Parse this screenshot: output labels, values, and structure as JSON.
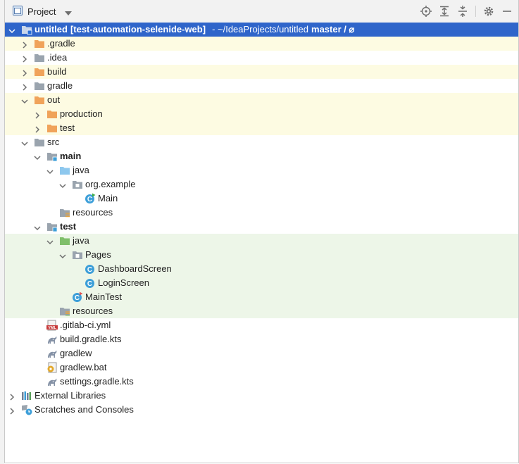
{
  "panel": {
    "title": "Project",
    "toolbar_icons": [
      "crosshair-icon",
      "expand-all-icon",
      "collapse-all-icon",
      "gear-icon",
      "minimize-icon"
    ]
  },
  "tree": [
    {
      "label": "untitled",
      "extra": "[test-automation-selenide-web]",
      "path": "- ~/IdeaProjects/untitled",
      "branch": "master / ⌀",
      "icon": "module-folder-icon",
      "level": 0,
      "arrow": "down",
      "bg": "sel",
      "bold": true
    },
    {
      "label": ".gradle",
      "icon": "folder-orange-icon",
      "level": 1,
      "arrow": "right",
      "bg": "yel"
    },
    {
      "label": ".idea",
      "icon": "folder-gray-icon",
      "level": 1,
      "arrow": "right",
      "bg": ""
    },
    {
      "label": "build",
      "icon": "folder-orange-icon",
      "level": 1,
      "arrow": "right",
      "bg": "yel"
    },
    {
      "label": "gradle",
      "icon": "folder-gray-icon",
      "level": 1,
      "arrow": "right",
      "bg": ""
    },
    {
      "label": "out",
      "icon": "folder-orange-icon",
      "level": 1,
      "arrow": "down",
      "bg": "yel"
    },
    {
      "label": "production",
      "icon": "folder-orange-icon",
      "level": 2,
      "arrow": "right",
      "bg": "yel"
    },
    {
      "label": "test",
      "icon": "folder-orange-icon",
      "level": 2,
      "arrow": "right",
      "bg": "yel"
    },
    {
      "label": "src",
      "icon": "folder-gray-icon",
      "level": 1,
      "arrow": "down",
      "bg": ""
    },
    {
      "label": "main",
      "icon": "source-set-folder-icon",
      "level": 2,
      "arrow": "down",
      "bg": "",
      "bold": true
    },
    {
      "label": "java",
      "icon": "folder-blue-icon",
      "level": 3,
      "arrow": "down",
      "bg": ""
    },
    {
      "label": "org.example",
      "icon": "package-icon",
      "level": 4,
      "arrow": "down",
      "bg": ""
    },
    {
      "label": "Main",
      "icon": "java-class-main-icon",
      "level": 5,
      "arrow": "",
      "bg": ""
    },
    {
      "label": "resources",
      "icon": "resources-folder-icon",
      "level": 3,
      "arrow": "",
      "bg": ""
    },
    {
      "label": "test",
      "icon": "source-set-folder-icon",
      "level": 2,
      "arrow": "down",
      "bg": "",
      "bold": true
    },
    {
      "label": "java",
      "icon": "folder-green-icon",
      "level": 3,
      "arrow": "down",
      "bg": "grn"
    },
    {
      "label": "Pages",
      "icon": "package-icon",
      "level": 4,
      "arrow": "down",
      "bg": "grn"
    },
    {
      "label": "DashboardScreen",
      "icon": "java-class-icon",
      "level": 5,
      "arrow": "",
      "bg": "grn"
    },
    {
      "label": "LoginScreen",
      "icon": "java-class-icon",
      "level": 5,
      "arrow": "",
      "bg": "grn"
    },
    {
      "label": "MainTest",
      "icon": "java-class-test-icon",
      "level": 4,
      "arrow": "",
      "bg": "grn"
    },
    {
      "label": "resources",
      "icon": "test-resources-folder-icon",
      "level": 3,
      "arrow": "",
      "bg": "grn"
    },
    {
      "label": ".gitlab-ci.yml",
      "icon": "yml-file-icon",
      "level": 2,
      "arrow": "",
      "bg": ""
    },
    {
      "label": "build.gradle.kts",
      "icon": "gradle-file-icon",
      "level": 2,
      "arrow": "",
      "bg": ""
    },
    {
      "label": "gradlew",
      "icon": "gradle-file-icon",
      "level": 2,
      "arrow": "",
      "bg": ""
    },
    {
      "label": "gradlew.bat",
      "icon": "bat-file-icon",
      "level": 2,
      "arrow": "",
      "bg": ""
    },
    {
      "label": "settings.gradle.kts",
      "icon": "gradle-file-icon",
      "level": 2,
      "arrow": "",
      "bg": ""
    },
    {
      "label": "External Libraries",
      "icon": "libraries-icon",
      "level": 0,
      "arrow": "right",
      "bg": ""
    },
    {
      "label": "Scratches and Consoles",
      "icon": "scratches-icon",
      "level": 0,
      "arrow": "right",
      "bg": ""
    }
  ]
}
